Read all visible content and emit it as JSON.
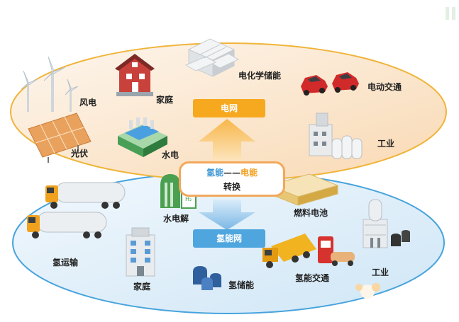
{
  "power_network": {
    "wind": "风电",
    "home": "家庭",
    "storage": "电化学储能",
    "ev": "电动交通",
    "solar": "光伏",
    "hydro": "水电",
    "industry": "工业",
    "grid_label": "电网"
  },
  "converter": {
    "hydrogen": "氢能",
    "dash": "——",
    "electric": "电能",
    "action": "转换"
  },
  "hydrogen_network": {
    "electrolysis": "水电解",
    "transport": "氢运输",
    "home": "家庭",
    "storage": "氢储能",
    "traffic": "氢能交通",
    "fuel_cell": "燃料电池",
    "industry": "工业",
    "grid_label": "氢能网"
  }
}
